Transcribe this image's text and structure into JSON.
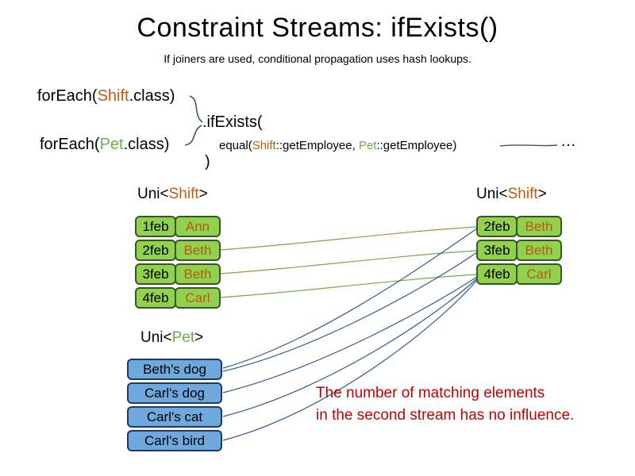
{
  "title": "Constraint Streams: ifExists()",
  "subtitle": "If joiners are used, conditional propagation uses hash lookups.",
  "colors": {
    "orange_token": "#c55a11",
    "green_token": "#70ad47",
    "green_box_fill": "#92d050",
    "green_box_border": "#375623",
    "blue_box_fill": "#6fa8dc",
    "blue_box_border": "#1f3864",
    "note_red": "#c00000",
    "green_line": "#70ad47",
    "blue_line": "#2f5b8f",
    "connector": "#44546a"
  },
  "code": {
    "foreach_shift": {
      "pre": "forEach(",
      "cls": "Shift",
      "post": ".class)"
    },
    "foreach_pet": {
      "pre": "forEach(",
      "cls": "Pet",
      "post": ".class)"
    },
    "if_exists": ".ifExists(",
    "equal": {
      "pre": "equal(",
      "shift": "Shift",
      "mid": "::getEmployee, ",
      "pet": "Pet",
      "post": "::getEmployee)"
    },
    "close": ")",
    "ellipsis": "…"
  },
  "left_shift": {
    "label_pre": "Uni<",
    "label_type": "Shift",
    "label_post": ">",
    "rows": [
      {
        "date": "1feb",
        "name": "Ann"
      },
      {
        "date": "2feb",
        "name": "Beth"
      },
      {
        "date": "3feb",
        "name": "Beth"
      },
      {
        "date": "4feb",
        "name": "Carl"
      }
    ]
  },
  "right_shift": {
    "label_pre": "Uni<",
    "label_type": "Shift",
    "label_post": ">",
    "rows": [
      {
        "date": "2feb",
        "name": "Beth"
      },
      {
        "date": "3feb",
        "name": "Beth"
      },
      {
        "date": "4feb",
        "name": "Carl"
      }
    ]
  },
  "pets": {
    "label_pre": "Uni<",
    "label_type": "Pet",
    "label_post": ">",
    "items": [
      {
        "name": "Beth's dog"
      },
      {
        "name": "Carl's dog"
      },
      {
        "name": "Carl's cat"
      },
      {
        "name": "Carl's bird"
      }
    ]
  },
  "note": {
    "line1": "The number of matching elements",
    "line2": "in the second stream has no influence."
  }
}
